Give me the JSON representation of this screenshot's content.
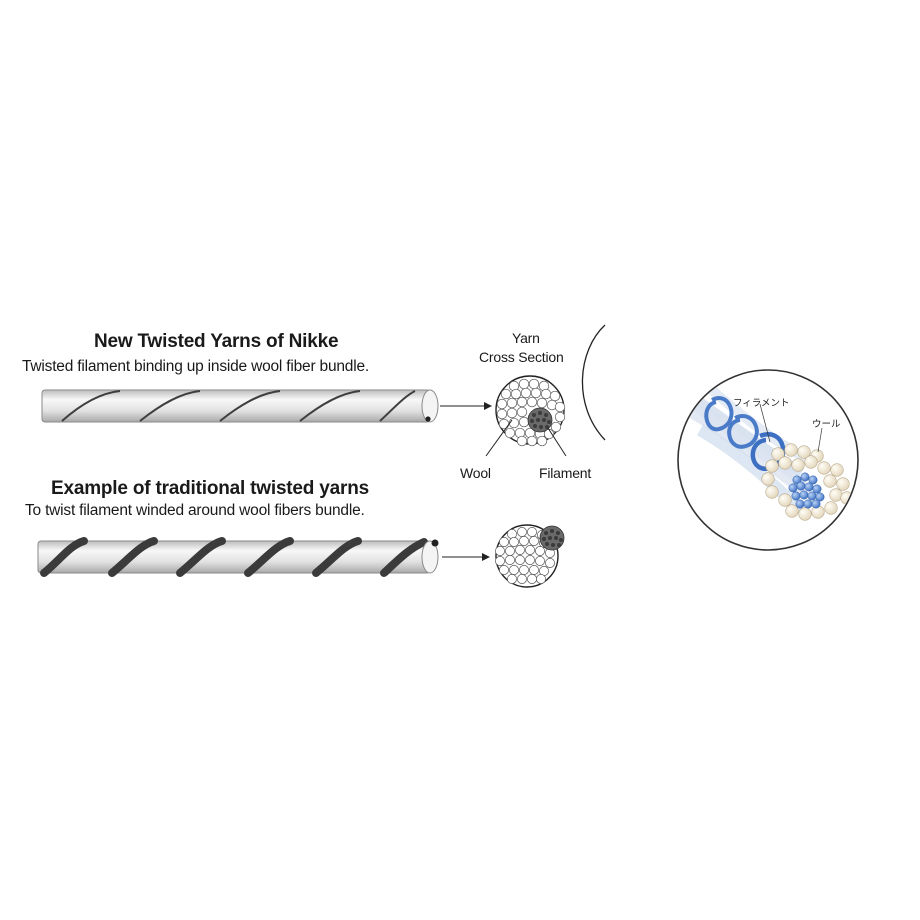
{
  "new_yarn": {
    "title": "New Twisted Yarns of Nikke",
    "subtitle": "Twisted filament binding up inside wool fiber bundle."
  },
  "traditional_yarn": {
    "title": "Example of traditional twisted yarns",
    "subtitle": "To twist filament winded around wool fibers bundle."
  },
  "cross_section": {
    "title_line1": "Yarn",
    "title_line2": "Cross Section",
    "wool_label": "Wool",
    "filament_label": "Filament"
  },
  "detail": {
    "filament_label": "フィラメント",
    "wool_label": "ウール"
  },
  "colors": {
    "yarn_fill": "#dcdcdc",
    "yarn_highlight": "#f7f7f7",
    "filament_dark": "#4a4a4a",
    "wool_fiber": "#f2eada",
    "filament_blue": "#4a7bc8"
  }
}
